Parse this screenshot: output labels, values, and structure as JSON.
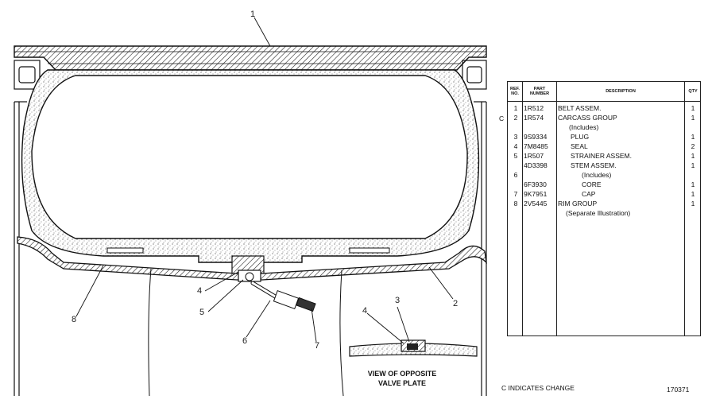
{
  "callouts": [
    {
      "id": "1",
      "text": "1"
    },
    {
      "id": "2",
      "text": "2"
    },
    {
      "id": "3",
      "text": "3"
    },
    {
      "id": "4a",
      "text": "4"
    },
    {
      "id": "4b",
      "text": "4"
    },
    {
      "id": "5",
      "text": "5"
    },
    {
      "id": "6",
      "text": "6"
    },
    {
      "id": "7",
      "text": "7"
    },
    {
      "id": "8",
      "text": "8"
    }
  ],
  "caption": {
    "line1": "VIEW OF OPPOSITE",
    "line2": "VALVE PLATE"
  },
  "parts_table": {
    "headers": {
      "ref": "REF. NO.",
      "part": "PART NUMBER",
      "desc": "DESCRIPTION",
      "qty": "QTY"
    },
    "rows": [
      {
        "ref": "1",
        "part": "1R512",
        "desc": "BELT ASSEM.",
        "qty": "1"
      },
      {
        "ref": "2",
        "part": "1R574",
        "desc": "CARCASS GROUP",
        "qty": "1"
      },
      {
        "ref": "",
        "part": "",
        "desc": "(Includes)",
        "qty": ""
      },
      {
        "ref": "3",
        "part": "9S9334",
        "desc": "PLUG",
        "qty": "1"
      },
      {
        "ref": "4",
        "part": "7M8485",
        "desc": "SEAL",
        "qty": "2"
      },
      {
        "ref": "5",
        "part": "1R507",
        "desc": "STRAINER ASSEM.",
        "qty": "1"
      },
      {
        "ref": "",
        "part": "4D3398",
        "desc": "STEM ASSEM.",
        "qty": "1"
      },
      {
        "ref": "6",
        "part": "",
        "desc": "(Includes)",
        "qty": ""
      },
      {
        "ref": "",
        "part": "6F3930",
        "desc": "CORE",
        "qty": "1"
      },
      {
        "ref": "7",
        "part": "9K7951",
        "desc": "CAP",
        "qty": "1"
      },
      {
        "ref": "8",
        "part": "2V5445",
        "desc": "RIM GROUP",
        "qty": "1"
      },
      {
        "ref": "",
        "part": "",
        "desc": "(Separate Illustration)",
        "qty": ""
      }
    ]
  },
  "change_marks": [
    "C"
  ],
  "footer": {
    "note": "C INDICATES CHANGE",
    "id": "170371"
  }
}
